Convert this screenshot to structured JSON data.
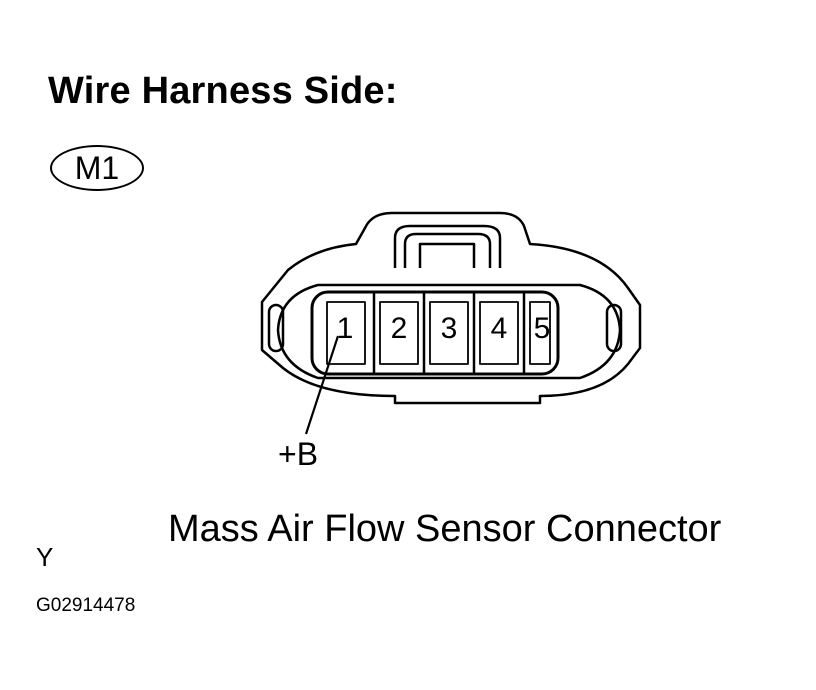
{
  "title": "Wire Harness Side:",
  "connector_code": "M1",
  "pins": [
    "1",
    "2",
    "3",
    "4",
    "5"
  ],
  "pin_callout": "+B",
  "caption": "Mass Air Flow Sensor Connector",
  "corner_code_y": "Y",
  "figure_id": "G02914478"
}
